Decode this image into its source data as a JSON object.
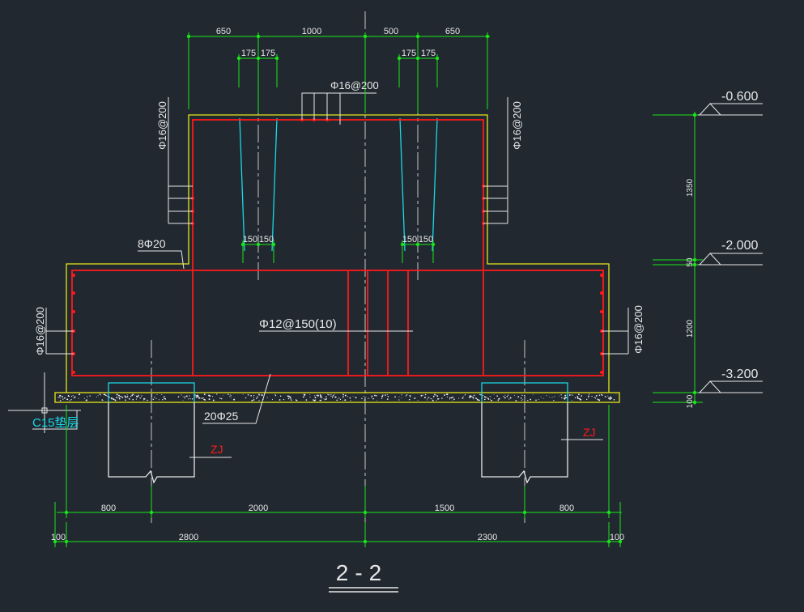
{
  "colors": {
    "background": "#212830",
    "dimension": "#19e619",
    "outline": "#e6e619",
    "rebar": "#ff1a1a",
    "stirrup": "#19d9e6",
    "pile": "#e8e8e8",
    "cyan_text": "#19d9e6",
    "red_text": "#ff1a1a"
  },
  "dimensions": {
    "top": [
      "650",
      "1000",
      "500",
      "650"
    ],
    "top_left_small": [
      "175",
      "175"
    ],
    "top_right_small": [
      "175",
      "175"
    ],
    "mid_left_small": [
      "150",
      "150"
    ],
    "mid_right_small": [
      "150",
      "150"
    ],
    "bottom_row1": [
      "800",
      "2000",
      "1500",
      "800"
    ],
    "bottom_row2": [
      "100",
      "2800",
      "2300",
      "100"
    ],
    "vertical": [
      "1350",
      "50",
      "1200",
      "100"
    ]
  },
  "elevations": [
    "-0.600",
    "-2.000",
    "-3.200"
  ],
  "rebar_labels": {
    "pedestal_top": "Φ16@200",
    "pedestal_left": "Φ16@200",
    "pedestal_right": "Φ16@200",
    "cap_left": "Φ16@200",
    "cap_right": "Φ16@200",
    "stirrup": "Φ12@150(10)",
    "corner_bars": "8Φ20",
    "bottom_bars": "20Φ25"
  },
  "labels": {
    "cushion": "C15垫层",
    "pile_left": "ZJ",
    "pile_right": "ZJ",
    "section": "2-2"
  }
}
